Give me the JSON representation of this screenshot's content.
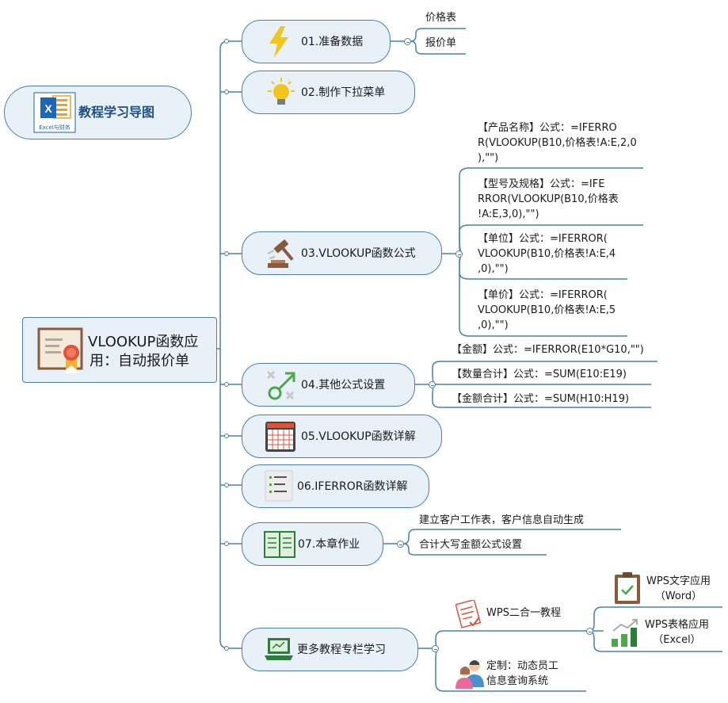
{
  "colors": {
    "line": "#4a7fb0",
    "node_fill": "#e8f0f8"
  },
  "top_node": {
    "title": "教程学习导图",
    "logo_text": "Excel与财务",
    "logo_letter": "X"
  },
  "root": {
    "line1": "VLOOKUP函数应",
    "line2": "用：自动报价单"
  },
  "branches": [
    {
      "label": "01.准备数据",
      "icon": "lightning-icon",
      "leaves": [
        "价格表",
        "报价单"
      ]
    },
    {
      "label": "02.制作下拉菜单",
      "icon": "lightbulb-icon"
    },
    {
      "label": "03.VLOOKUP函数公式",
      "icon": "gavel-icon",
      "leaves": [
        [
          "【产品名称】公式：=IFERRO",
          "R(VLOOKUP(B10,价格表!A:E,2,0",
          "),\"\")"
        ],
        [
          "【型号及规格】公式：=IFE",
          "RROR(VLOOKUP(B10,价格表",
          "!A:E,3,0),\"\")"
        ],
        [
          "【单位】公式：=IFERROR(",
          "VLOOKUP(B10,价格表!A:E,4",
          ",0),\"\")"
        ],
        [
          "【单价】公式：=IFERROR(",
          "VLOOKUP(B10,价格表!A:E,5",
          ",0),\"\")"
        ]
      ]
    },
    {
      "label": "04.其他公式设置",
      "icon": "gender-symbol-icon",
      "leaves": [
        "【金额】公式：=IFERROR(E10*G10,\"\")",
        "【数量合计】公式：=SUM(E10:E19)",
        "【金额合计】公式：=SUM(H10:H19)"
      ]
    },
    {
      "label": "05.VLOOKUP函数详解",
      "icon": "calendar-icon"
    },
    {
      "label": "06.IFERROR函数详解",
      "icon": "checklist-icon"
    },
    {
      "label": "07.本章作业",
      "icon": "open-book-icon",
      "leaves": [
        "建立客户工作表，客户信息自动生成",
        "合计大写金额公式设置"
      ]
    },
    {
      "label": "更多教程专栏学习",
      "icon": "laptop-icon",
      "sub": [
        {
          "label": "WPS二合一教程",
          "icon": "notes-icon",
          "leaves": [
            [
              "WPS文字应用",
              "（Word）"
            ],
            [
              "WPS表格应用",
              "（Excel）"
            ]
          ]
        },
        {
          "label": [
            "定制：动态员工",
            "信息查询系统"
          ],
          "icon": "users-icon"
        }
      ]
    }
  ]
}
